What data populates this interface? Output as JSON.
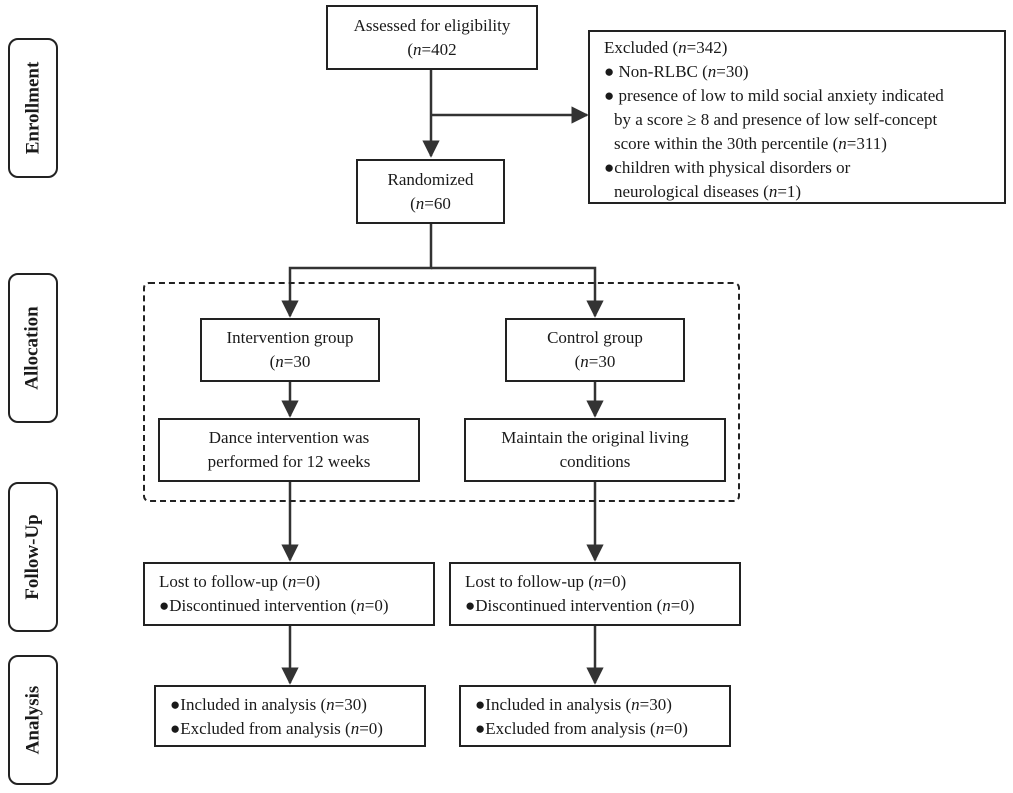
{
  "stages": {
    "enrollment": "Enrollment",
    "allocation": "Allocation",
    "followup": "Follow-Up",
    "analysis": "Analysis"
  },
  "assessed": {
    "text": "Assessed for eligibility",
    "n_label": "n",
    "n_value": "=402"
  },
  "excluded": {
    "title_pre": "Excluded (",
    "n_label": "n",
    "title_post": "=342)",
    "items": [
      {
        "bullet": "●",
        "pre": " Non-RLBC (",
        "n": "n",
        "post": "=30)"
      },
      {
        "bullet": "●",
        "line1": " presence of low to mild social anxiety indicated",
        "line2": "by a score ≥ 8 and presence of low self-concept",
        "line3_pre": "score within the 30th percentile (",
        "n": "n",
        "post": "=311)"
      },
      {
        "bullet": "●",
        "line1": "children with physical disorders or",
        "line2_pre": "neurological diseases (",
        "n": "n",
        "post": "=1)"
      }
    ]
  },
  "randomized": {
    "text": "Randomized",
    "n_label": "n",
    "n_value": "=60"
  },
  "intervention": {
    "text": "Intervention group",
    "n_label": "n",
    "n_value": "=30"
  },
  "control": {
    "text": "Control group",
    "n_label": "n",
    "n_value": "=30"
  },
  "dance": {
    "line1": "Dance intervention was",
    "line2": "performed for 12 weeks"
  },
  "maintain": {
    "line1": "Maintain the original living",
    "line2": "conditions"
  },
  "followup_left": {
    "lost_pre": "Lost to follow-up (",
    "n": "n",
    "lost_post": "=0)",
    "disc_bullet": "●",
    "disc_pre": "Discontinued intervention (",
    "disc_n": "n",
    "disc_post": "=0)"
  },
  "followup_right": {
    "lost_pre": "Lost to follow-up (",
    "n": "n",
    "lost_post": "=0)",
    "disc_bullet": "●",
    "disc_pre": "Discontinued intervention (",
    "disc_n": "n",
    "disc_post": "=0)"
  },
  "analysis_left": {
    "inc_bullet": "●",
    "inc_pre": "Included in analysis (",
    "inc_n": "n",
    "inc_post": "=30)",
    "exc_bullet": "●",
    "exc_pre": "Excluded from analysis (",
    "exc_n": "n",
    "exc_post": "=0)"
  },
  "analysis_right": {
    "inc_bullet": "●",
    "inc_pre": "Included in analysis (",
    "inc_n": "n",
    "inc_post": "=30)",
    "exc_bullet": "●",
    "exc_pre": "Excluded from analysis (",
    "exc_n": "n",
    "exc_post": "=0)"
  }
}
